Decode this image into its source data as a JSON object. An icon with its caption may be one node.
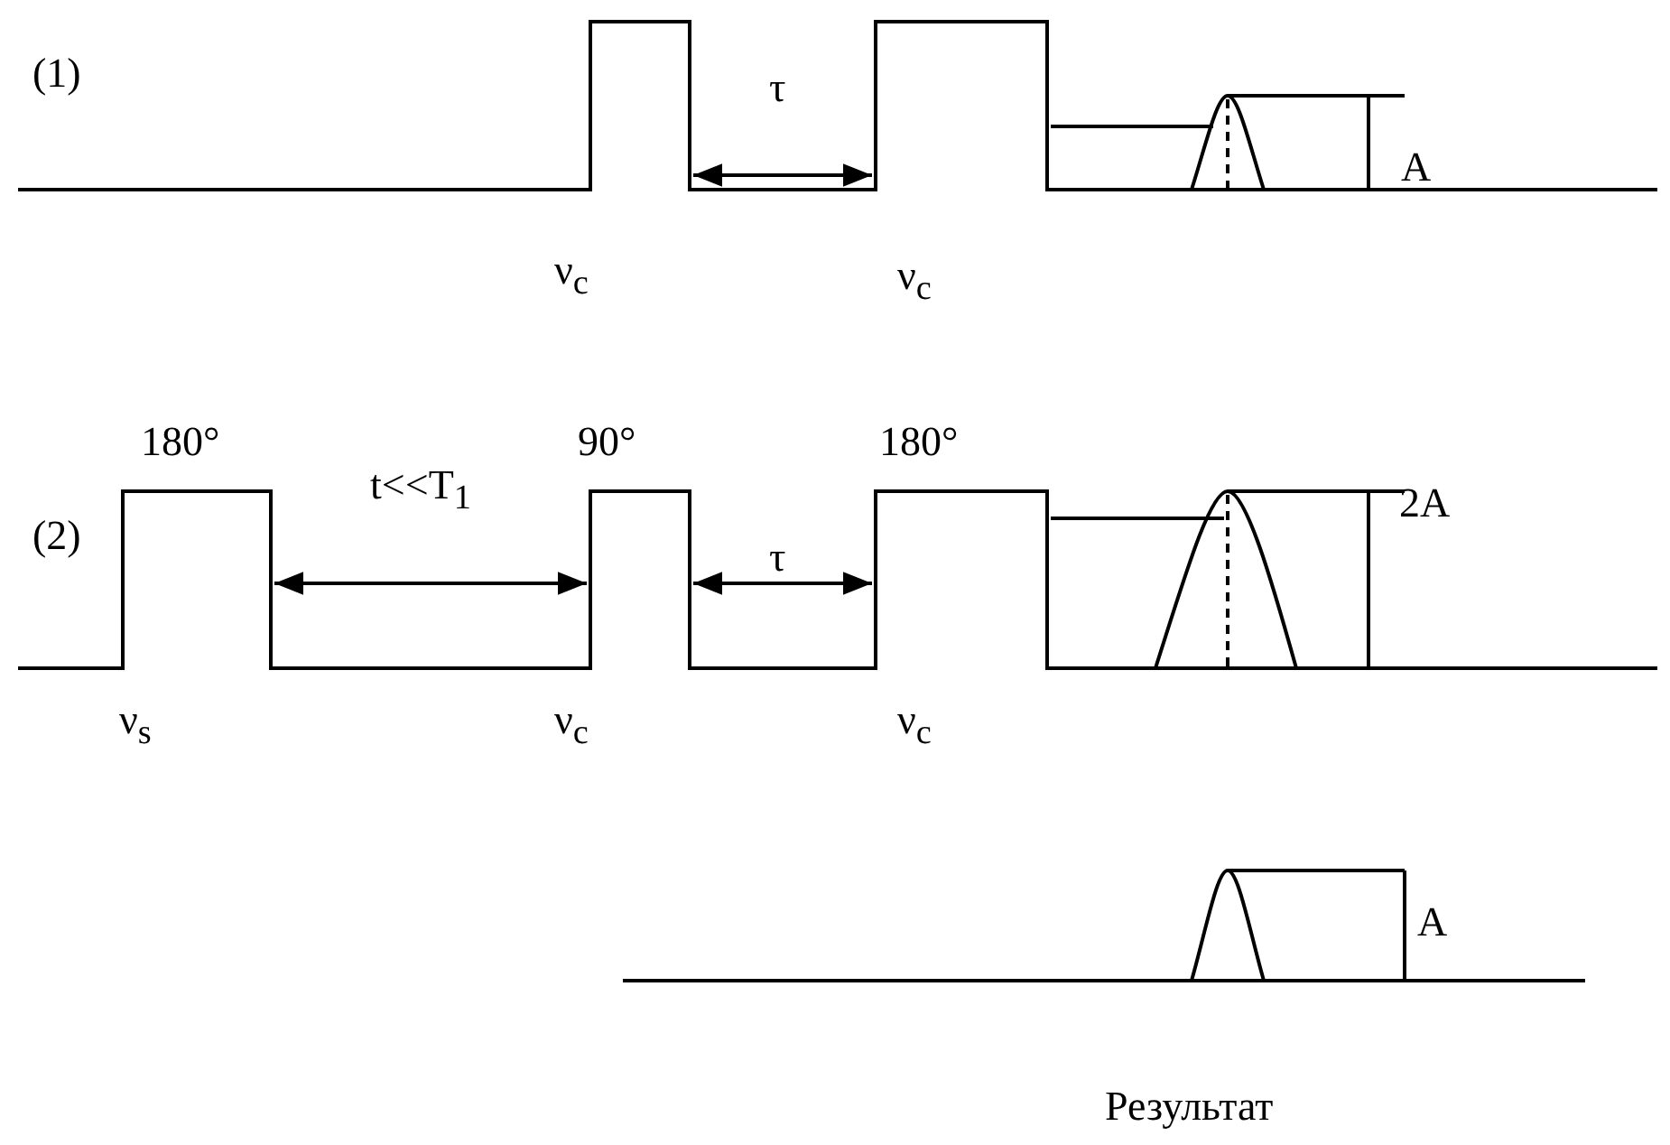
{
  "diagram": {
    "labels": [
      "(1)",
      "τ",
      "A",
      "ν$_{c}$",
      "ν$_{c}$",
      "180°",
      "90°",
      "180°",
      "t<<T$_{1}$",
      "2A",
      "(2)",
      "τ",
      "ν$_{s}$",
      "ν$_{c}$",
      "ν$_{c}$",
      "A",
      "Результат"
    ]
  }
}
